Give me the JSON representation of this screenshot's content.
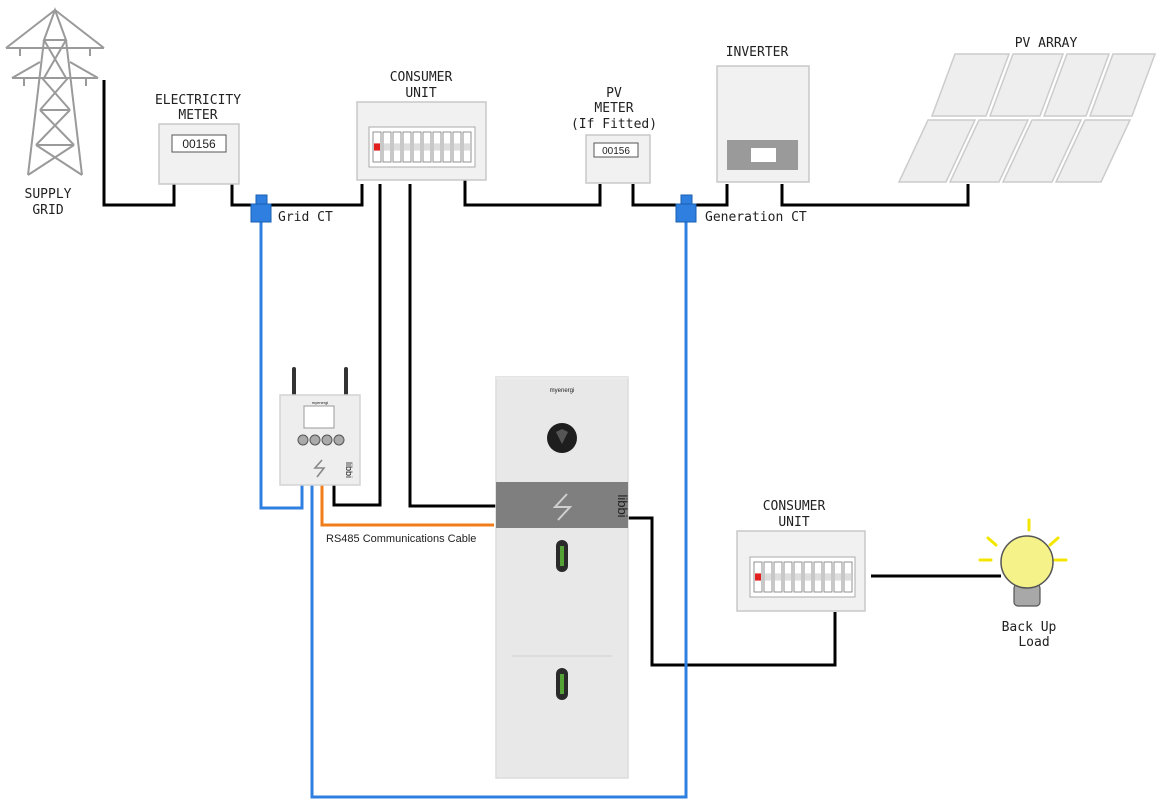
{
  "labels": {
    "supply_grid_line1": "SUPPLY",
    "supply_grid_line2": "GRID",
    "electricity_meter_line1": "ELECTRICITY",
    "electricity_meter_line2": "METER",
    "consumer_unit_line1": "CONSUMER",
    "consumer_unit_line2": "UNIT",
    "pv_meter_line1": "PV",
    "pv_meter_line2": "METER",
    "pv_meter_line3": "(If Fitted)",
    "inverter": "INVERTER",
    "pv_array": "PV ARRAY",
    "grid_ct": "Grid CT",
    "generation_ct": "Generation CT",
    "rs485": "RS485 Communications Cable",
    "backup_consumer_unit_line1": "CONSUMER",
    "backup_consumer_unit_line2": "UNIT",
    "backup_load_line1": "Back Up",
    "backup_load_line2": "Load"
  },
  "electricity_meter_reading": "00156",
  "pv_meter_reading": "00156",
  "battery_brand": "myenergi",
  "controller_brand": "myenergi",
  "product_mark": "libbi",
  "colors": {
    "power_cable": "#000000",
    "ct_cable": "#2f7fe0",
    "rs485_cable": "#f07d1a",
    "ct_clamp": "#2f7fe0",
    "breaker_tripped": "#e32020",
    "lamp": "#f6f28a",
    "lamp_rays": "#f3e600",
    "unit_body": "#f1f1f1",
    "battery_body": "#e8e8e8",
    "battery_band": "#808080"
  }
}
